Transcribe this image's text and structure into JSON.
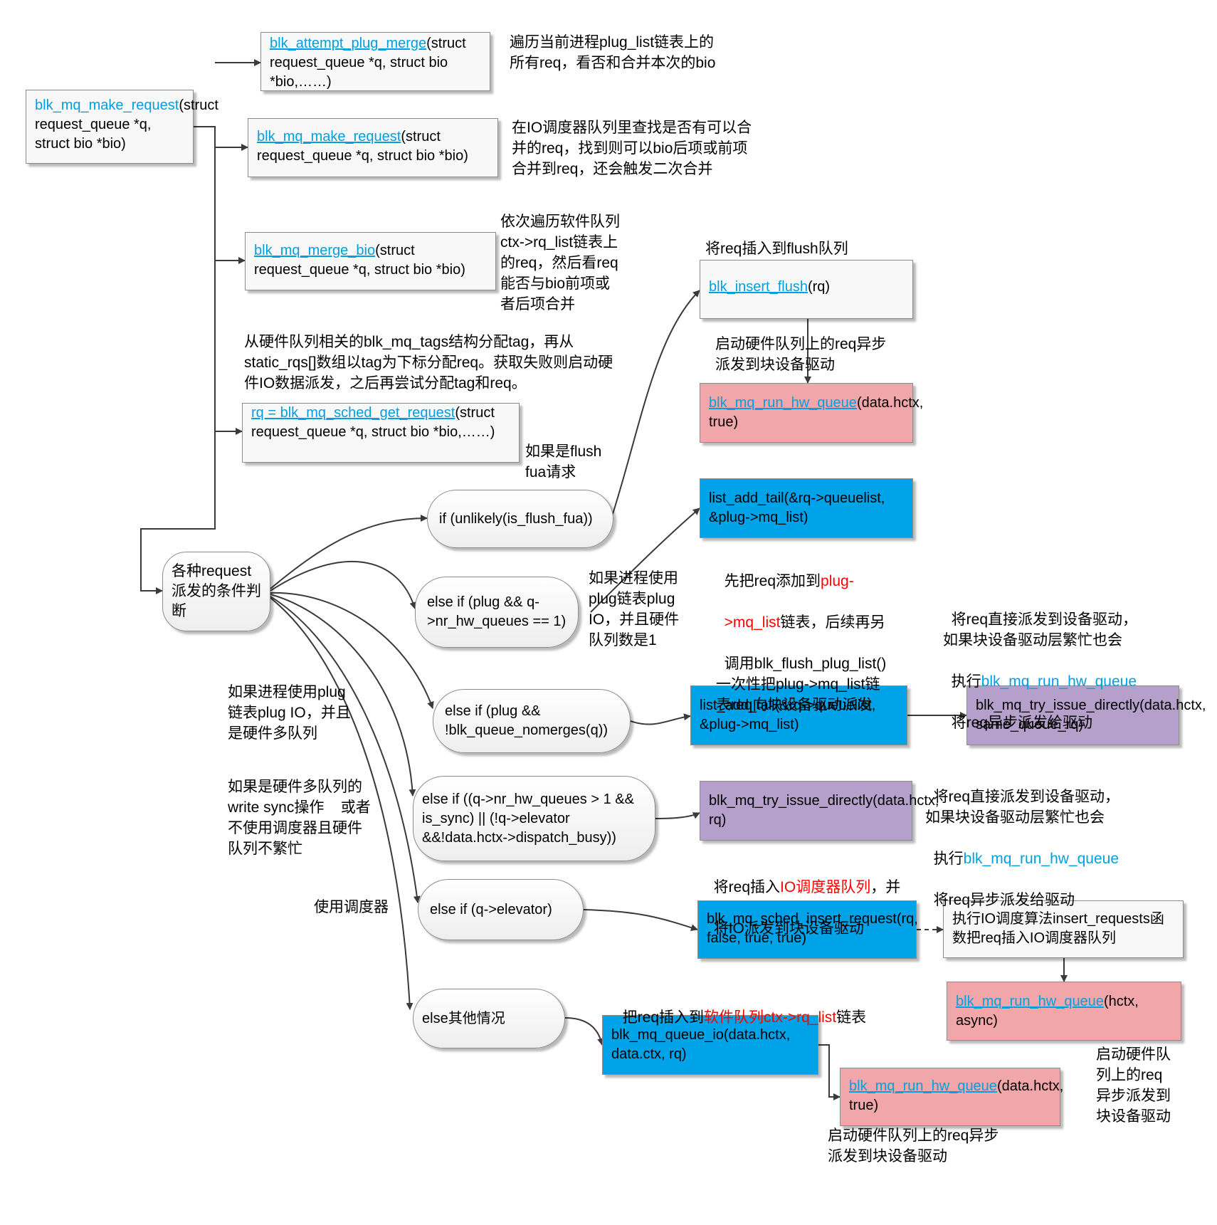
{
  "nodes": {
    "make_request": {
      "fn": "blk_mq_make_request",
      "rest": "(struct  request_queue *q, struct bio *bio)"
    },
    "attempt_plug_merge": {
      "fn": "blk_attempt_plug_merge",
      "rest": "(struct request_queue *q, struct bio *bio,……)"
    },
    "sched_bio_merge": {
      "fn": "blk_mq_make_request",
      "rest": "(struct request_queue *q, struct bio *bio)"
    },
    "merge_bio": {
      "fn": "blk_mq_merge_bio",
      "rest": "(struct request_queue *q, struct bio *bio)"
    },
    "get_request": {
      "fn": "rq = blk_mq_sched_get_request",
      "rest": "(struct request_queue *q, struct bio *bio,……)"
    },
    "cond_root": "各种request派发的条件判断",
    "if_flush_fua": "if (unlikely(is_flush_fua))",
    "elif_plug_single": "else if (plug && q->nr_hw_queues == 1)",
    "elif_plug_nomerges": "else if (plug && !blk_queue_nomerges(q))",
    "elif_multi_sync": "else if ((q->nr_hw_queues > 1 && is_sync) || (!q->elevator &&!data.hctx->dispatch_busy))",
    "elif_elevator": "else if (q->elevator)",
    "else_other": "else其他情况",
    "insert_flush": {
      "fn": "blk_insert_flush",
      "rest": "(rq)"
    },
    "run_hw_queue_1": {
      "fn": "blk_mq_run_hw_queue",
      "rest": "(data.hctx, true)"
    },
    "list_add_tail_1": "list_add_tail(&rq->queuelist, &plug->mq_list)",
    "list_add_tail_2": "list_add_tail(&rq->queuelist, &plug->mq_list)",
    "try_issue_1": "blk_mq_try_issue_directly(data.hctx, same_queue_rq)",
    "try_issue_2": "blk_mq_try_issue_directly(data.hctx, rq)",
    "sched_insert": "blk_mq_sched_insert_request(rq, false, true, true)",
    "insert_requests": "执行IO调度算法insert_requests函数把req插入IO调度器队列",
    "run_hw_queue_2": {
      "fn": "blk_mq_run_hw_queue",
      "rest": "(hctx, async)"
    },
    "queue_io": "blk_mq_queue_io(data.hctx, data.ctx, rq)",
    "run_hw_queue_3": {
      "fn": "blk_mq_run_hw_queue",
      "rest": "(data.hctx, true)"
    }
  },
  "annotations": {
    "a1": "遍历当前进程plug_list链表上的\n所有req，看否和合并本次的bio",
    "a2": "在IO调度器队列里查找是否有可以合\n并的req，找到则可以bio后项或前项\n合并到req，还会触发二次合并",
    "a3": "依次遍历软件队列\nctx->rq_list链表上\n的req，然后看req\n能否与bio前项或\n者后项合并",
    "a4": "从硬件队列相关的blk_mq_tags结构分配tag，再从\nstatic_rqs[]数组以tag为下标分配req。获取失败则启动硬\n件IO数据派发，之后再尝试分配tag和req。",
    "a5": "将req插入到flush队列",
    "a6": "启动硬件队列上的req异步\n派发到块设备驱动",
    "a7": "如果是flush\nfua请求",
    "a8_l1": "先把req添加到",
    "a8_hl1": "plug-",
    "a8_hl2": ">mq_list",
    "a8_l2": "链表，后续再另",
    "a8_l3": "调用blk_flush_plug_list()\n一次性把plug->mq_list链\n表req向块设备驱动派发",
    "a9": "如果进程使用\nplug链表plug\nIO，并且硬件\n队列数是1",
    "a10_l1": "将req直接派发到设备驱动，\n如果块设备驱动层繁忙也会",
    "a10_pre": "执行",
    "a10_fn": "blk_mq_run_hw_queue",
    "a10_l4": "将req异步派发给驱动",
    "a11": "如果进程使用plug\n链表plug IO，并且\n是硬件多队列",
    "a12_l1": "将req直接派发到设备驱动，\n如果块设备驱动层繁忙也会",
    "a12_pre": "执行",
    "a12_fn": "blk_mq_run_hw_queue",
    "a12_l4": "将req异步派发给驱动",
    "a13": "如果是硬件多队列的\nwrite sync操作    或者\n不使用调度器且硬件\n队列不繁忙",
    "a14_pre": "将req插入",
    "a14_hl": "IO调度器队列",
    "a14_post": "，并",
    "a14_l2": "将IO派发到块设备驱动",
    "a15": "使用调度器",
    "a16_pre": "把req插入到",
    "a16_hl": "软件队列ctx->rq_list",
    "a16_post": "链表",
    "a17": "启动硬件队\n列上的req\n异步派发到\n块设备驱动",
    "a18": "启动硬件队列上的req异步\n派发到块设备驱动"
  }
}
